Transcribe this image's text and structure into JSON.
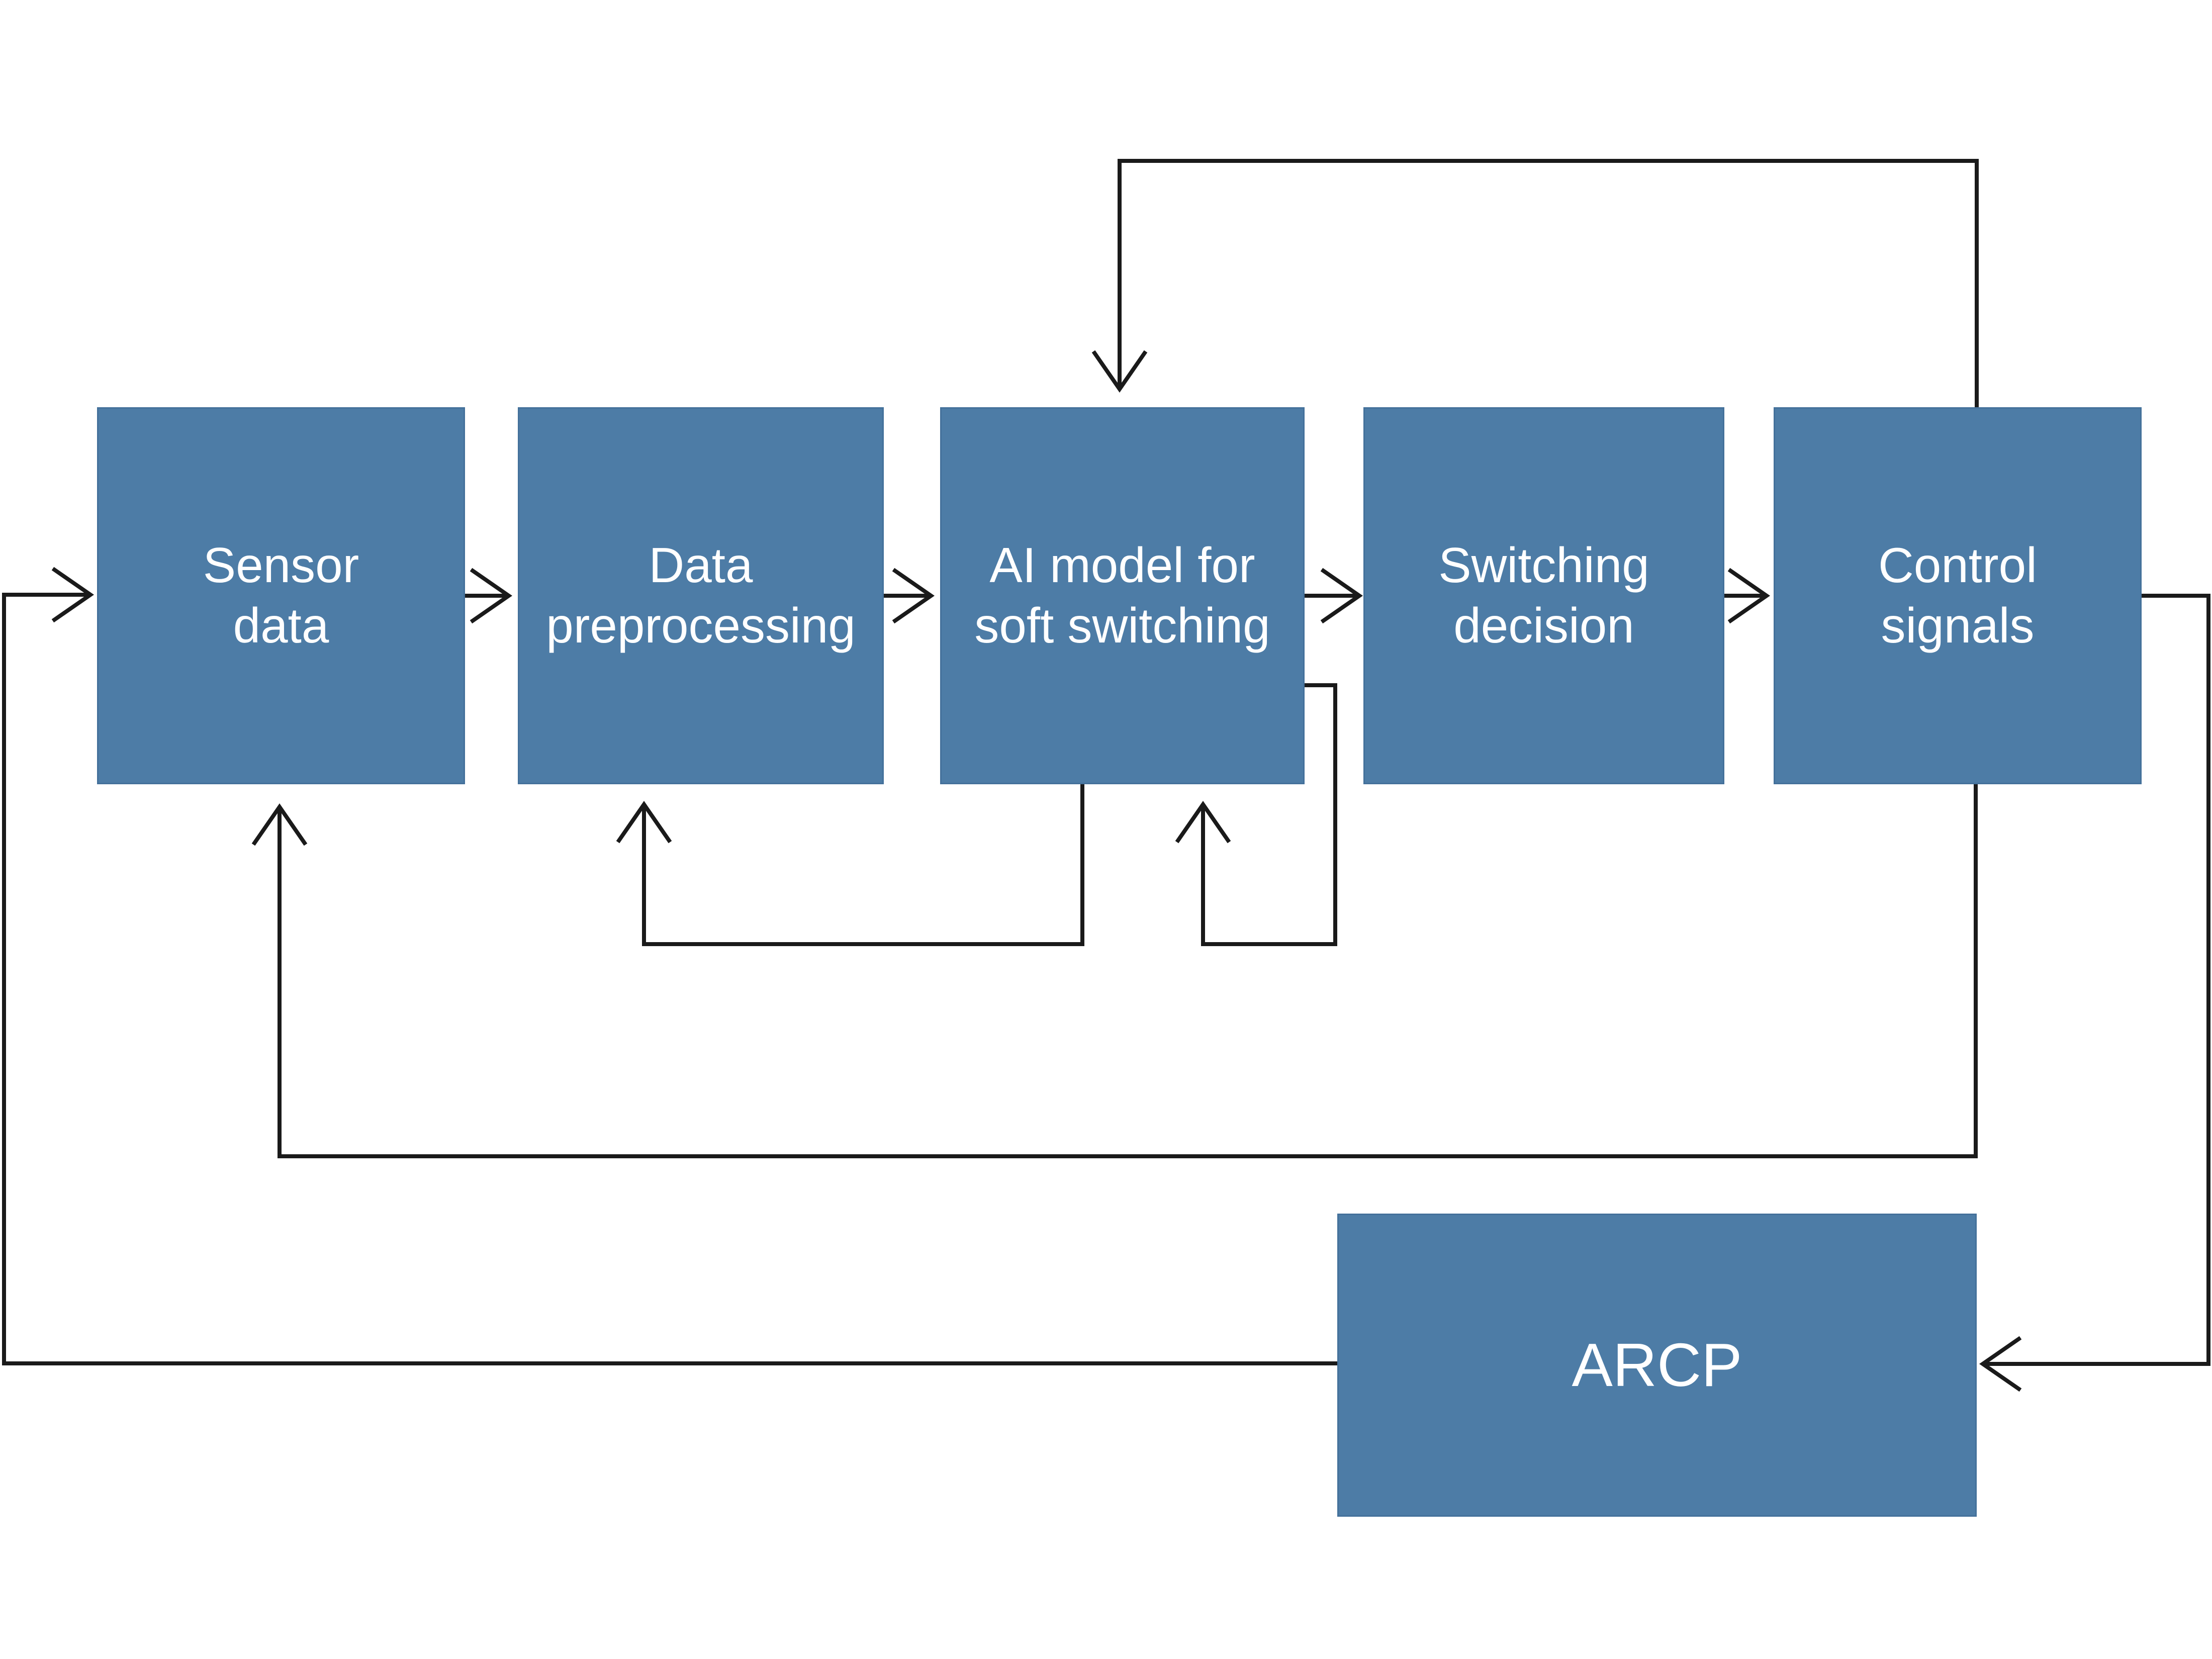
{
  "diagram": {
    "nodes": [
      {
        "id": "sensor-data",
        "label": "Sensor\ndata"
      },
      {
        "id": "data-preprocessing",
        "label": "Data\npreprocessing"
      },
      {
        "id": "ai-model",
        "label": "AI model for\nsoft switching"
      },
      {
        "id": "switching-decision",
        "label": "Switching\ndecision"
      },
      {
        "id": "control-signals",
        "label": "Control\nsignals"
      },
      {
        "id": "arcp",
        "label": "ARCP"
      }
    ],
    "edges": [
      {
        "from": "sensor-data",
        "to": "data-preprocessing"
      },
      {
        "from": "data-preprocessing",
        "to": "ai-model"
      },
      {
        "from": "ai-model",
        "to": "switching-decision"
      },
      {
        "from": "switching-decision",
        "to": "control-signals"
      },
      {
        "from": "control-signals",
        "to": "ai-model",
        "via": "top feedback loop"
      },
      {
        "from": "ai-model",
        "to": "data-preprocessing",
        "via": "bottom feedback loop"
      },
      {
        "from": "ai-model",
        "to": "ai-model",
        "via": "bottom self loop"
      },
      {
        "from": "control-signals",
        "to": "sensor-data",
        "via": "long bottom feedback loop"
      },
      {
        "from": "control-signals",
        "to": "arcp",
        "via": "right side"
      },
      {
        "from": "arcp",
        "to": "sensor-data",
        "via": "left side"
      }
    ]
  },
  "theme": {
    "box_fill": "#4D7CA6",
    "box_border": "#44719B",
    "line_color": "#1A1A1A",
    "text_color": "#FFFFFF",
    "background": "#FFFFFF"
  }
}
